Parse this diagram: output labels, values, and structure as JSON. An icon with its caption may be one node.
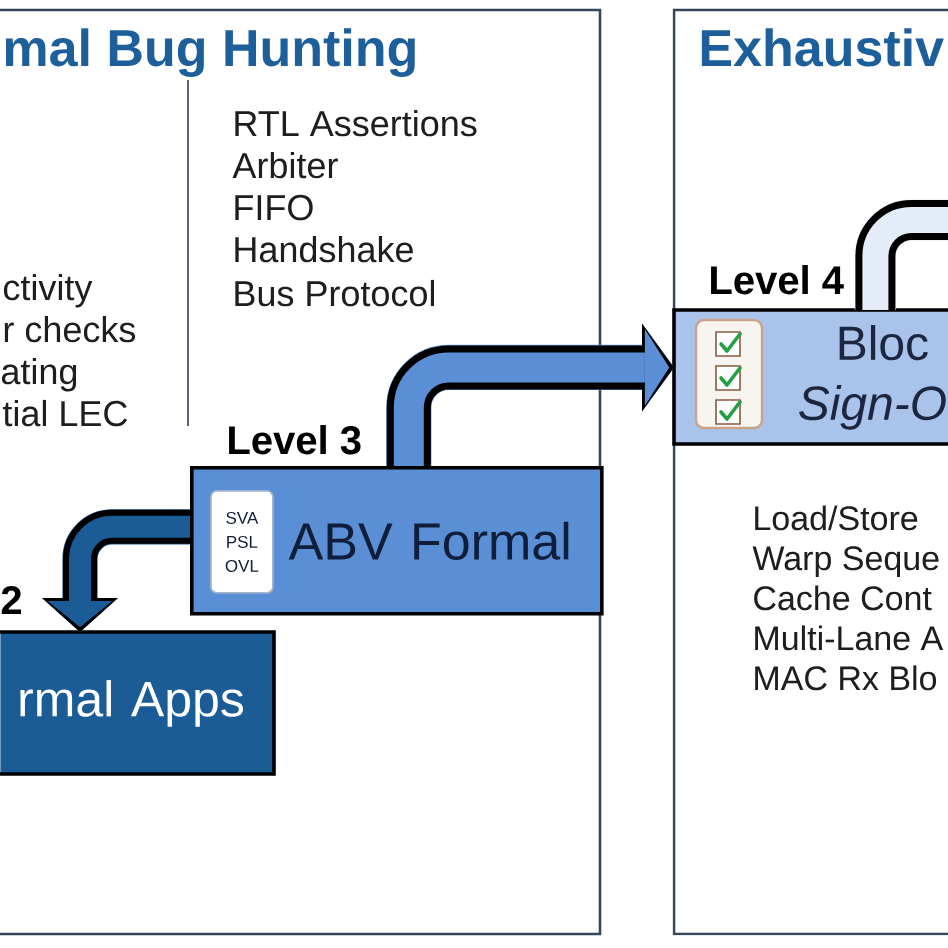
{
  "diagram": {
    "nodes": [
      {
        "text": [
          "mal Bug Hunting"
        ]
      },
      {
        "text": [
          "ABV Formal"
        ],
        "in": 0,
        "beside": [
          "Level 3"
        ]
      },
      {
        "text": [
          "SVA PSL OVL"
        ],
        "in": 1
      },
      {
        "text": [
          "rmal Apps"
        ],
        "in": 0,
        "beside": [
          "2"
        ]
      },
      {
        "text": [
          "Exhaustiv"
        ]
      },
      {
        "text": [
          "Bloc",
          "Sign-O"
        ],
        "in": 4,
        "beside": [
          "Level 4"
        ]
      }
    ],
    "edges": [
      {
        "from": 1,
        "to": 3,
        "arrow": "to",
        "color": "#1b5c96"
      },
      {
        "from": 1,
        "to": 5,
        "arrow": "to",
        "color": "#5a8fd5"
      },
      {
        "from": 5,
        "to": null,
        "arrow": "none",
        "color": "#e4ecf7"
      }
    ],
    "labels": [
      "ctivity",
      "r checks",
      "ating",
      "tial LEC",
      "RTL Assertions",
      "Arbiter",
      "FIFO",
      "Handshake",
      "Bus Protocol",
      "Load/Store",
      "Warp Seque",
      "Cache Cont",
      "Multi-Lane A",
      "MAC Rx Blo"
    ]
  }
}
